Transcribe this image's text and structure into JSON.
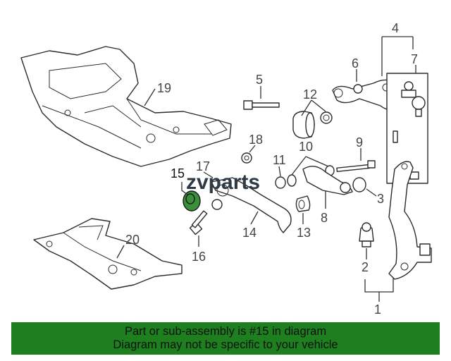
{
  "diagram": {
    "brand_watermark": "zvparts",
    "callouts": {
      "c1": "1",
      "c2": "2",
      "c3": "3",
      "c4": "4",
      "c5": "5",
      "c6": "6",
      "c7": "7",
      "c8": "8",
      "c9": "9",
      "c10": "10",
      "c11": "11",
      "c12": "12",
      "c13": "13",
      "c14": "14",
      "c15": "15",
      "c16": "16",
      "c17": "17",
      "c18": "18",
      "c19": "19",
      "c20": "20"
    },
    "highlighted_part": "15",
    "colors": {
      "highlight": "#3a8f3a",
      "banner": "#1e7f1e"
    }
  },
  "banner": {
    "line1": "Part or sub-assembly is #15 in diagram",
    "line2": "Diagram may not be specific to your vehicle"
  }
}
